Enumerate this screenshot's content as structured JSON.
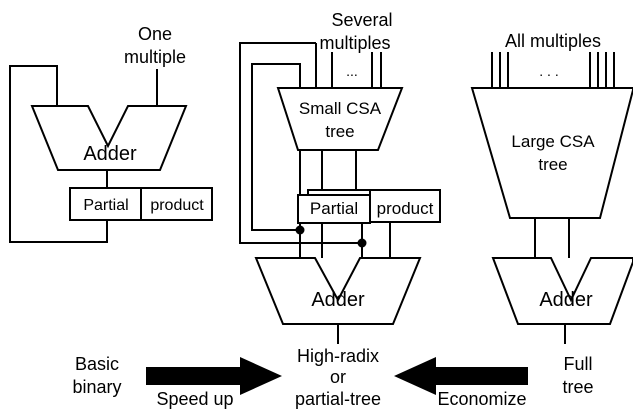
{
  "left_panel": {
    "top_label_line1": "One",
    "top_label_line2": "multiple",
    "adder_label": "Adder",
    "register_left": "Partial",
    "register_right": "product"
  },
  "middle_panel": {
    "top_label_line1": "Several",
    "top_label_line2": "multiples",
    "ellipsis": "...",
    "tree_label_line1": "Small CSA",
    "tree_label_line2": "tree",
    "register_left": "Partial",
    "register_right": "product",
    "adder_label": "Adder"
  },
  "right_panel": {
    "top_label": "All multiples",
    "ellipsis": ". . .",
    "tree_label_line1": "Large CSA",
    "tree_label_line2": "tree",
    "adder_label": "Adder"
  },
  "bottom": {
    "left_label_line1": "Basic",
    "left_label_line2": "binary",
    "left_arrow_label": "Speed up",
    "center_label_line1": "High-radix",
    "center_label_line2": "or",
    "center_label_line3": "partial-tree",
    "right_arrow_label": "Economize",
    "right_label_line1": "Full",
    "right_label_line2": "tree"
  }
}
